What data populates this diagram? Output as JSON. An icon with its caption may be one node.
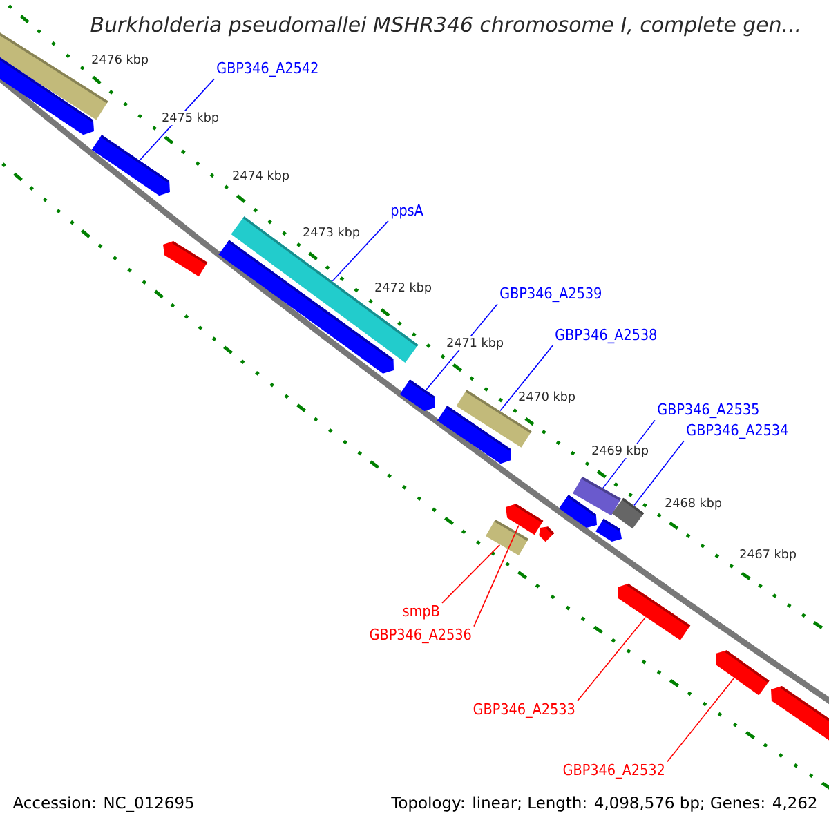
{
  "diagram": {
    "title": "Burkholderia pseudomallei MSHR346 chromosome I, complete gen...",
    "nodes": [
      {
        "text": [
          "GBP346_A2542"
        ]
      },
      {
        "text": [
          "ppsA"
        ]
      },
      {
        "text": [
          "GBP346_A2539"
        ]
      },
      {
        "text": [
          "GBP346_A2538"
        ]
      },
      {
        "text": [
          "GBP346_A2535"
        ]
      },
      {
        "text": [
          "GBP346_A2534"
        ]
      },
      {
        "text": [
          "smpB"
        ]
      },
      {
        "text": [
          "GBP346_A2536"
        ]
      },
      {
        "text": [
          "GBP346_A2533"
        ]
      },
      {
        "text": [
          "GBP346_A2532"
        ]
      },
      {
        "text": [],
        "shape": "bar"
      },
      {
        "text": [],
        "shape": "bar"
      },
      {
        "text": [],
        "shape": "bar"
      },
      {
        "text": [],
        "shape": "bar"
      },
      {
        "text": [],
        "shape": "bar"
      },
      {
        "text": [],
        "shape": "bar"
      },
      {
        "text": [],
        "shape": "bar"
      },
      {
        "text": [],
        "shape": "bar"
      },
      {
        "text": [],
        "shape": "bar"
      },
      {
        "text": [],
        "shape": "bar"
      },
      {
        "text": [],
        "shape": "bar"
      },
      {
        "text": [],
        "shape": "bar"
      },
      {
        "text": [],
        "shape": "bar"
      },
      {
        "text": [],
        "shape": "bar"
      },
      {
        "text": [],
        "shape": "bar"
      },
      {
        "text": [],
        "shape": "bar"
      },
      {
        "text": [],
        "shape": "bar"
      },
      {
        "text": [],
        "shape": "bar"
      },
      {
        "text": [],
        "shape": "bar"
      }
    ],
    "edges": [
      {
        "from": 0,
        "to": 12,
        "arrow": "none",
        "color": "#0000ff"
      },
      {
        "from": 1,
        "to": 14,
        "arrow": "none",
        "color": "#0000ff"
      },
      {
        "from": 2,
        "to": 16,
        "arrow": "none",
        "color": "#0000ff"
      },
      {
        "from": 3,
        "to": 18,
        "arrow": "none",
        "color": "#0000ff"
      },
      {
        "from": 4,
        "to": 19,
        "arrow": "none",
        "color": "#0000ff"
      },
      {
        "from": 5,
        "to": 20,
        "arrow": "none",
        "color": "#0000ff"
      },
      {
        "from": 6,
        "to": 25,
        "arrow": "none",
        "color": "#ff0000"
      },
      {
        "from": 7,
        "to": 23,
        "arrow": "none",
        "color": "#ff0000"
      },
      {
        "from": 8,
        "to": 26,
        "arrow": "none",
        "color": "#ff0000"
      },
      {
        "from": 9,
        "to": 27,
        "arrow": "none",
        "color": "#ff0000"
      }
    ],
    "labels": [
      "2476 kbp",
      "2475 kbp",
      "2474 kbp",
      "2473 kbp",
      "2472 kbp",
      "2471 kbp",
      "2470 kbp",
      "2469 kbp",
      "2468 kbp",
      "2467 kbp",
      "Accession: NC_012695",
      "Topology: linear; Length: 4,098,576 bp; Genes: 4,262"
    ]
  }
}
